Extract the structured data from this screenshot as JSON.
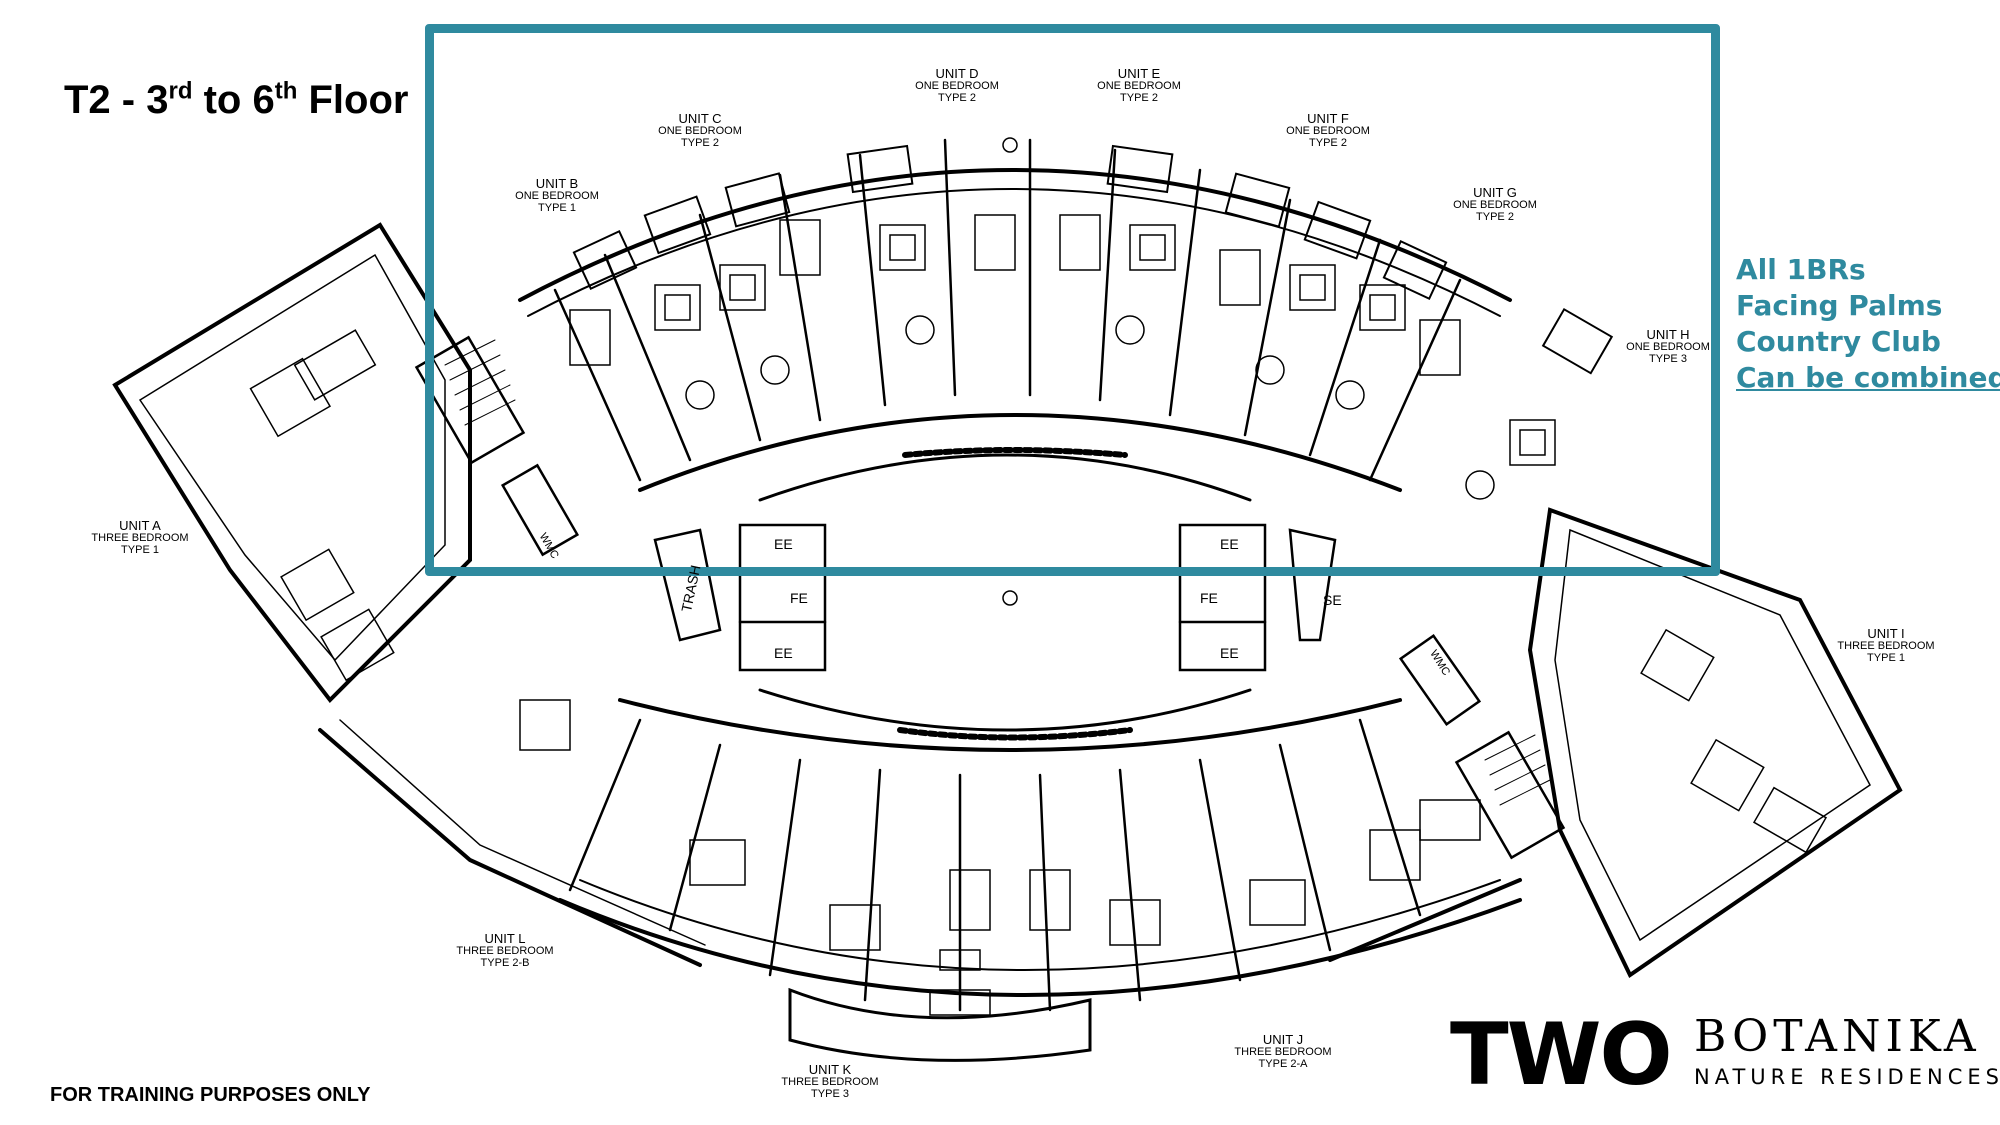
{
  "title": {
    "prefix": "T2 - 3",
    "sup1": "rd",
    "mid": " to 6",
    "sup2": "th",
    "suffix": " Floor"
  },
  "note": {
    "line1": "All 1BRs",
    "line2": "Facing Palms",
    "line3": "Country Club",
    "line4": "Can be combined"
  },
  "units": [
    {
      "id": "unit-a",
      "name": "UNIT A",
      "line1": "THREE BEDROOM",
      "line2": "TYPE 1"
    },
    {
      "id": "unit-b",
      "name": "UNIT B",
      "line1": "ONE BEDROOM",
      "line2": "TYPE 1"
    },
    {
      "id": "unit-c",
      "name": "UNIT C",
      "line1": "ONE BEDROOM",
      "line2": "TYPE 2"
    },
    {
      "id": "unit-d",
      "name": "UNIT D",
      "line1": "ONE BEDROOM",
      "line2": "TYPE 2"
    },
    {
      "id": "unit-e",
      "name": "UNIT E",
      "line1": "ONE BEDROOM",
      "line2": "TYPE 2"
    },
    {
      "id": "unit-f",
      "name": "UNIT F",
      "line1": "ONE BEDROOM",
      "line2": "TYPE 2"
    },
    {
      "id": "unit-g",
      "name": "UNIT G",
      "line1": "ONE BEDROOM",
      "line2": "TYPE 2"
    },
    {
      "id": "unit-h",
      "name": "UNIT H",
      "line1": "ONE BEDROOM",
      "line2": "TYPE 3"
    },
    {
      "id": "unit-i",
      "name": "UNIT I",
      "line1": "THREE BEDROOM",
      "line2": "TYPE 1"
    },
    {
      "id": "unit-j",
      "name": "UNIT J",
      "line1": "THREE BEDROOM",
      "line2": "TYPE 2-A"
    },
    {
      "id": "unit-k",
      "name": "UNIT K",
      "line1": "THREE BEDROOM",
      "line2": "TYPE 3"
    },
    {
      "id": "unit-l",
      "name": "UNIT L",
      "line1": "THREE BEDROOM",
      "line2": "TYPE 2-B"
    }
  ],
  "core_labels": {
    "ee": "EE",
    "fe": "FE",
    "se": "SE",
    "trash": "TRASH",
    "wmc": "WMC"
  },
  "footer": "FOR TRAINING PURPOSES ONLY",
  "logo": {
    "two": "TWO",
    "botanika": "BOTANIKA",
    "nature": "NATURE RESIDENCES"
  },
  "colors": {
    "accent": "#2f8a9f",
    "ink": "#000000",
    "background": "#ffffff"
  }
}
